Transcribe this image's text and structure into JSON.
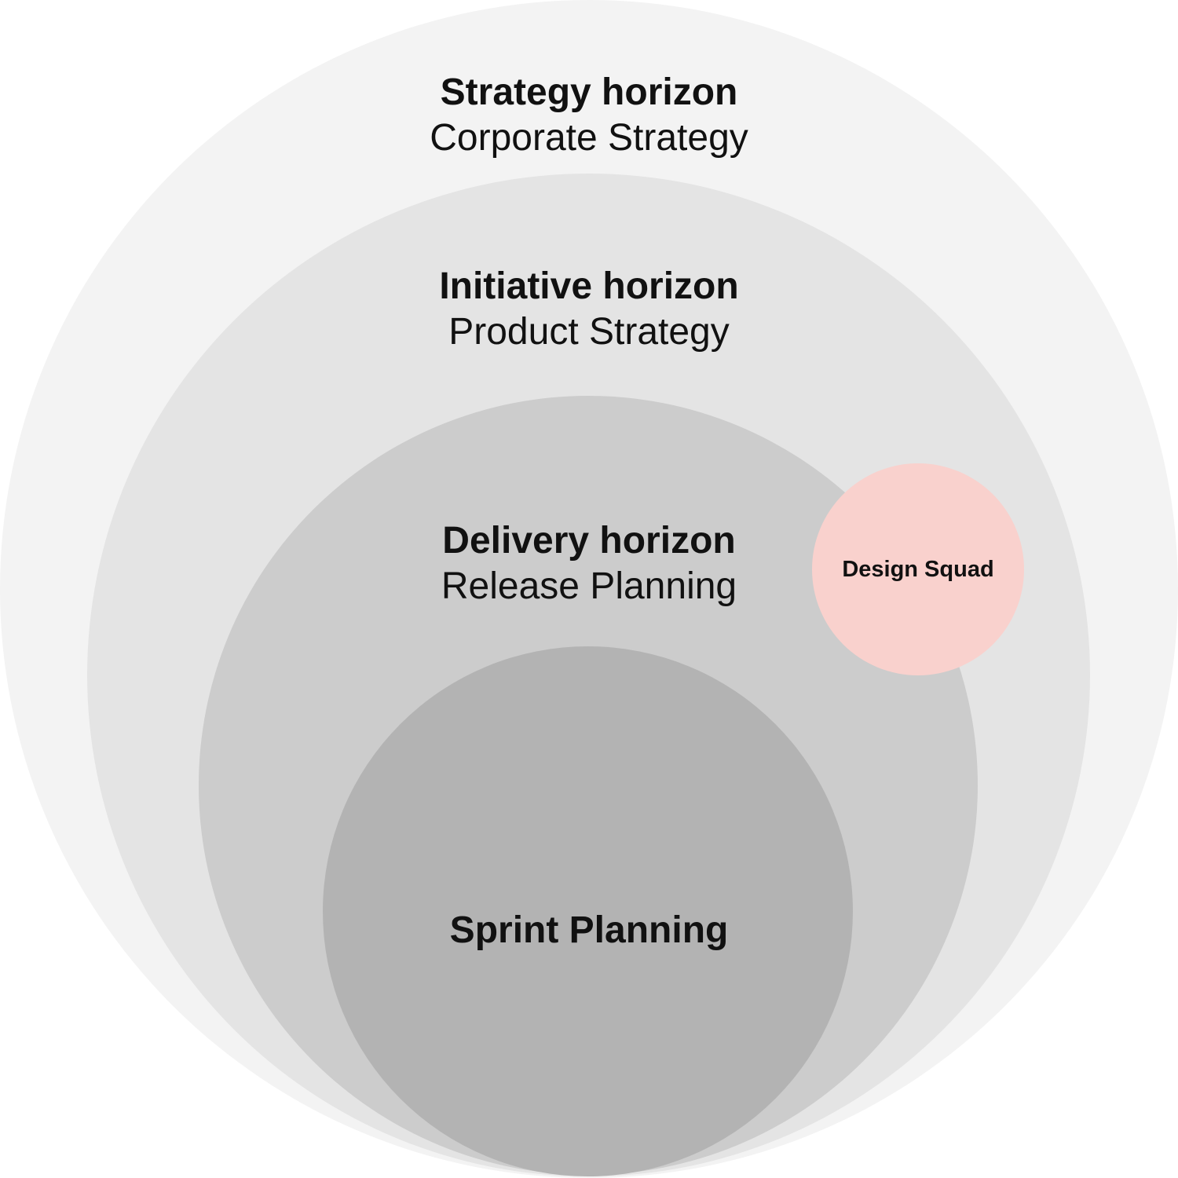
{
  "diagram": {
    "rings": [
      {
        "title": "Strategy horizon",
        "subtitle": "Corporate Strategy",
        "color": "#f3f3f3"
      },
      {
        "title": "Initiative horizon",
        "subtitle": "Product Strategy",
        "color": "#e4e4e4"
      },
      {
        "title": "Delivery horizon",
        "subtitle": "Release Planning",
        "color": "#cccccc"
      },
      {
        "title": "Sprint Planning",
        "subtitle": "",
        "color": "#b3b3b3"
      }
    ],
    "badge": {
      "label": "Design Squad",
      "color": "#f9d1cd"
    }
  }
}
